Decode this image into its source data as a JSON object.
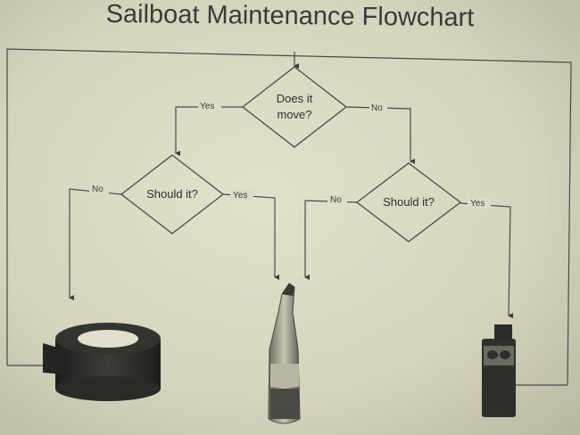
{
  "title": "Sailboat Maintenance Flowchart",
  "nodes": {
    "start": {
      "line1": "Does it",
      "line2": "move?"
    },
    "left": {
      "label": "Should it?"
    },
    "right": {
      "label": "Should it?"
    }
  },
  "edges": {
    "start_yes": "Yes",
    "start_no": "No",
    "left_no": "No",
    "left_yes": "Yes",
    "right_no": "No",
    "right_yes": "Yes"
  },
  "outcomes": [
    "duct-tape",
    "beer-bottle",
    "lubricant-spray-can"
  ]
}
